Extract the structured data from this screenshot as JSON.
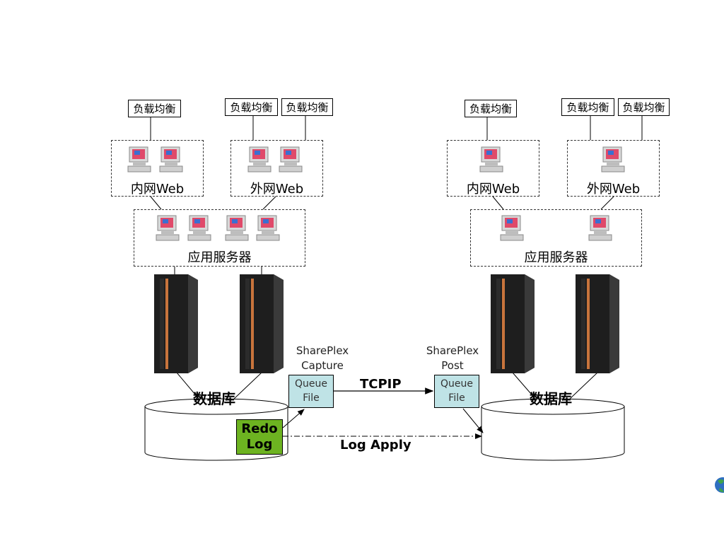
{
  "load_balancer_label": "负载均衡",
  "intranet_web_label": "内网Web",
  "extranet_web_label": "外网Web",
  "app_server_label": "应用服务器",
  "database_label": "数据库",
  "sp_capture": {
    "line1": "SharePlex",
    "line2": "Capture"
  },
  "sp_post": {
    "line1": "SharePlex",
    "line2": "Post"
  },
  "queue_file": {
    "line1": "Queue",
    "line2": "File"
  },
  "redo_log": {
    "line1": "Redo",
    "line2": "Log"
  },
  "tcpip_label": "TCPIP",
  "log_apply_label": "Log Apply",
  "colors": {
    "queue_fill": "#bfe3e6",
    "redo_fill": "#6db321",
    "rack_accent": "#c8743c"
  }
}
